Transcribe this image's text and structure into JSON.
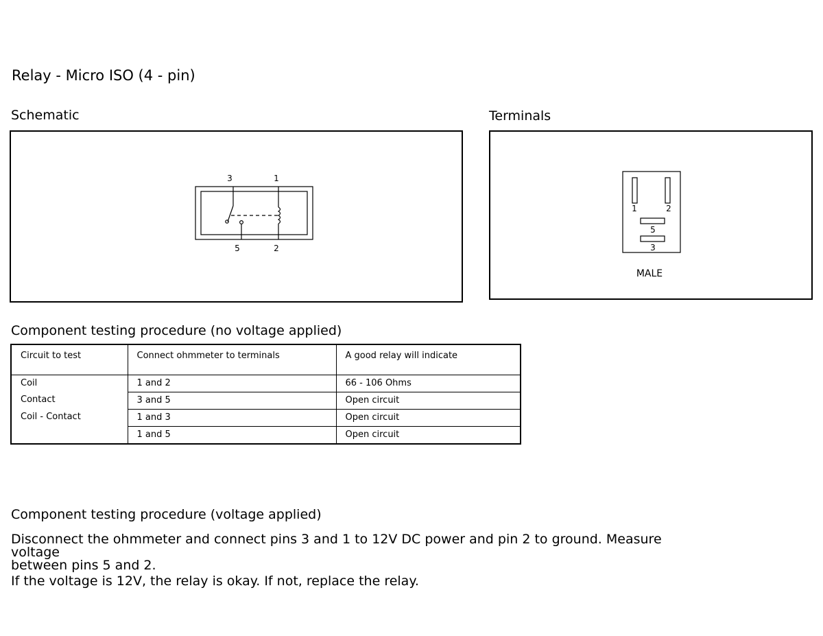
{
  "title": "Relay - Micro ISO (4 - pin)",
  "schematic": {
    "label": "Schematic",
    "pins": {
      "top_left": "3",
      "top_right": "1",
      "bottom_left": "5",
      "bottom_right": "2"
    }
  },
  "terminals": {
    "label": "Terminals",
    "pins": {
      "p1": "1",
      "p2": "2",
      "p5": "5",
      "p3": "3"
    },
    "gender": "MALE"
  },
  "test_no_voltage": {
    "heading": "Component testing procedure (no voltage applied)",
    "columns": [
      "Circuit to test",
      "Connect ohmmeter to terminals",
      "A good relay will indicate"
    ],
    "rows": [
      {
        "circuit": "Coil",
        "terminals": "1 and 2",
        "result": "66 - 106 Ohms"
      },
      {
        "circuit": "Contact",
        "terminals": "3 and 5",
        "result": "Open circuit"
      },
      {
        "circuit": "Coil - Contact",
        "terminals": "1 and 3",
        "result": "Open circuit"
      },
      {
        "circuit": "",
        "terminals": "1 and 5",
        "result": "Open circuit"
      }
    ]
  },
  "test_voltage": {
    "heading": "Component testing procedure (voltage applied)",
    "line1": "Disconnect the ohmmeter and connect pins 3 and 1 to 12V DC power and pin 2 to ground. Measure voltage",
    "line2": "between pins 5 and 2.",
    "line3": "If the voltage is 12V, the relay is okay. If not, replace the relay."
  }
}
